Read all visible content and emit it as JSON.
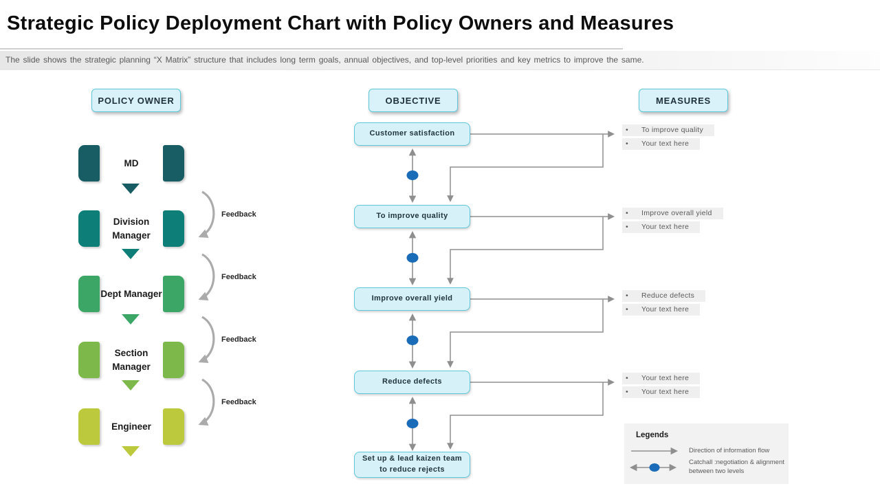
{
  "title": "Strategic Policy Deployment Chart with Policy Owners and Measures",
  "subtitle": "The slide shows the strategic planning “X Matrix” structure that includes long term goals, annual objectives, and top-level priorities and key metrics to improve the same.",
  "columns": {
    "policy_owner": "POLICY OWNER",
    "objective": "OBJECTIVE",
    "measures": "MEASURES"
  },
  "owners": [
    {
      "label": "MD",
      "color": "#175d63"
    },
    {
      "label": "Division Manager",
      "color": "#0e7f78"
    },
    {
      "label": "Dept Manager",
      "color": "#3ba666"
    },
    {
      "label": "Section Manager",
      "color": "#7cb94a"
    },
    {
      "label": "Engineer",
      "color": "#bdc93c"
    }
  ],
  "feedback_label": "Feedback",
  "objectives": [
    "Customer satisfaction",
    "To improve quality",
    "Improve overall yield",
    "Reduce defects",
    "Set up & lead kaizen team to reduce rejects"
  ],
  "measures": [
    [
      "To improve quality",
      "Your text here"
    ],
    [
      "Improve overall yield",
      "Your text here"
    ],
    [
      "Reduce defects",
      "Your text here"
    ],
    [
      "Your text here",
      "Your text here"
    ]
  ],
  "legends": {
    "title": "Legends",
    "items": [
      "Direction of information flow",
      "Catchall :negotiation & alignment between two levels"
    ]
  },
  "colors": {
    "objective_fill": "#d6f1f8",
    "objective_border": "#5ec7da",
    "connector_gray": "#8f8f8f",
    "feedback_arc_gray": "#ababab",
    "catchball_dot_blue": "#1a6cb8",
    "measure_chip_bg": "#efefef",
    "legend_bg": "#f2f2f2"
  }
}
